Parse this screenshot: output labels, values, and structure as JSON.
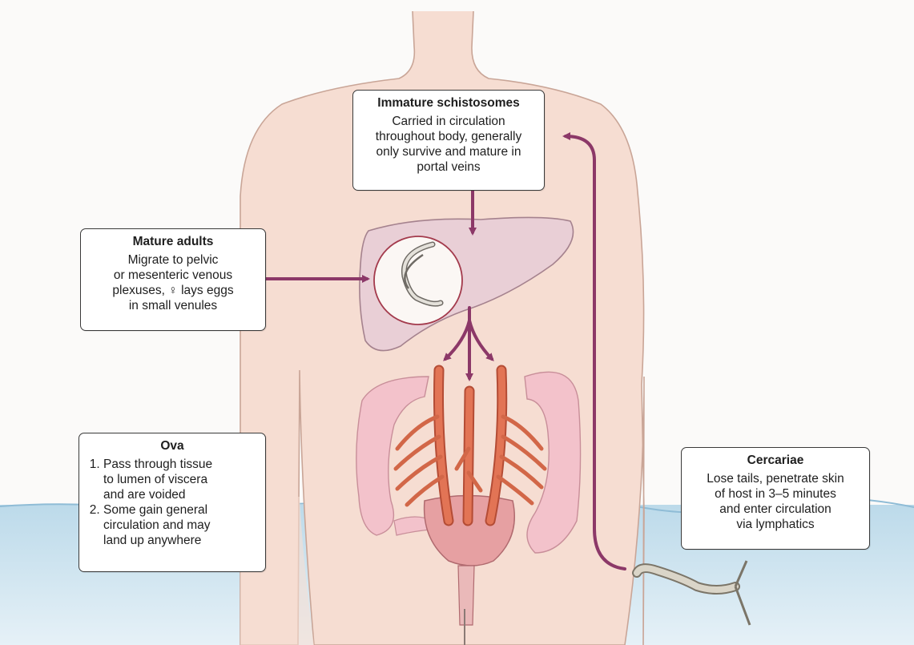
{
  "colors": {
    "arrow": "#8c3868",
    "skin": "#f6ddd2",
    "water": "#bfdbea",
    "liver": "#e9cfd6",
    "intestine": "#f3c2cb",
    "vessel": "#e27455",
    "bladder": "#e6a0a2"
  },
  "immature": {
    "title": "Immature schistosomes",
    "lines": [
      "Carried in circulation",
      "throughout body, generally",
      "only survive and mature in",
      "portal veins"
    ]
  },
  "mature": {
    "title": "Mature adults",
    "lines": [
      "Migrate to pelvic",
      "or mesenteric venous",
      "plexuses, ♀ lays eggs",
      "in small venules"
    ]
  },
  "ova": {
    "title": "Ova",
    "items": [
      [
        "Pass through tissue",
        "to lumen of viscera",
        "and are voided"
      ],
      [
        "Some gain general",
        "circulation and may",
        "land up anywhere"
      ]
    ]
  },
  "cercariae": {
    "title": "Cercariae",
    "lines": [
      "Lose tails, penetrate skin",
      "of host in 3–5 minutes",
      "and enter circulation",
      "via lymphatics"
    ]
  }
}
